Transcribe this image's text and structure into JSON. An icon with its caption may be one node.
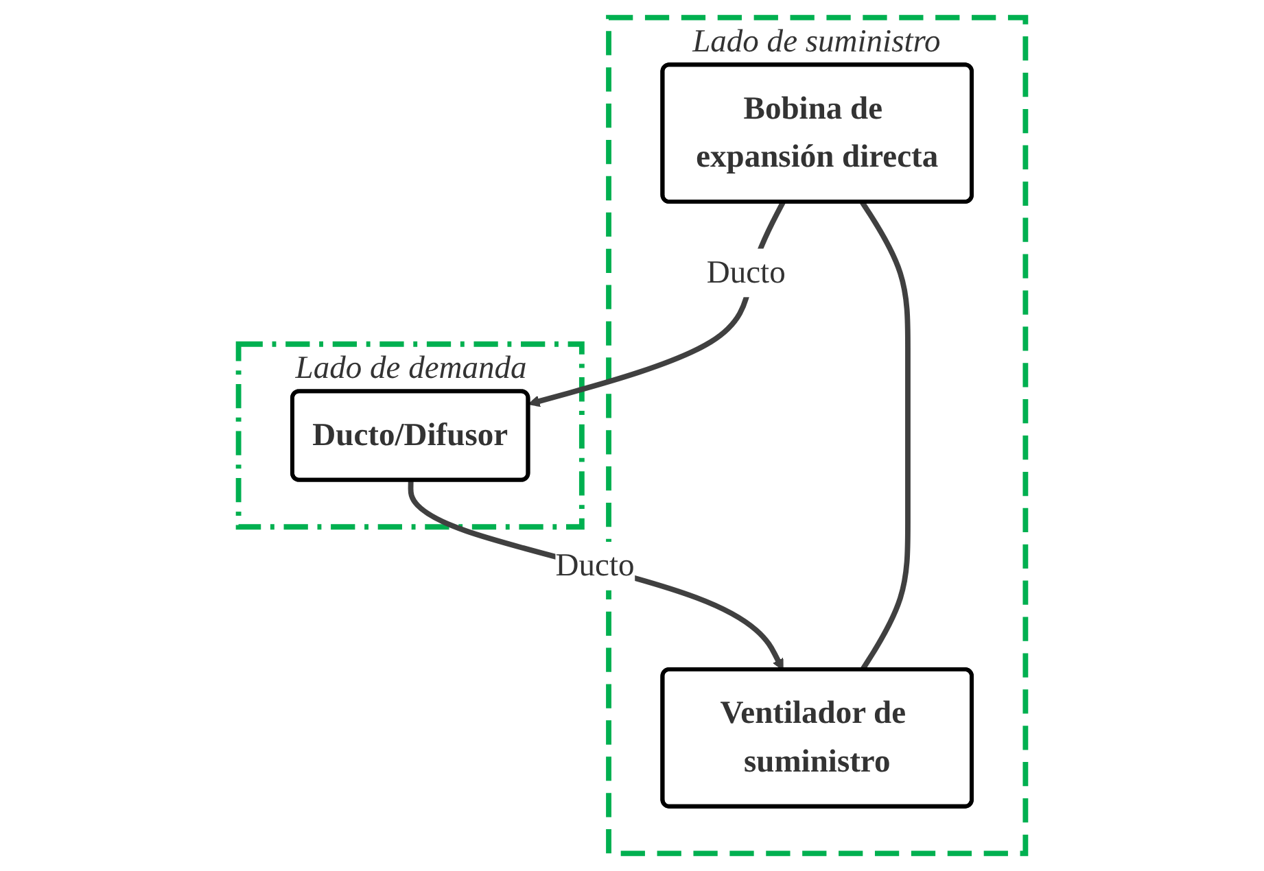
{
  "diagram": {
    "nodes": [
      {
        "text": [
          "Lado de suministro"
        ]
      },
      {
        "text": [
          "Bobina de expansión directa"
        ],
        "in": 0
      },
      {
        "text": [
          "Ventilador de suministro"
        ],
        "in": 0
      },
      {
        "text": [
          "Lado de demanda"
        ]
      },
      {
        "text": [
          "Ducto/Difusor"
        ],
        "in": 3
      }
    ],
    "edges": [
      {
        "from": 2,
        "to": 1,
        "arrow": "none"
      },
      {
        "from": 1,
        "to": 4,
        "arrow": "to",
        "label": "Ducto"
      },
      {
        "from": 4,
        "to": 2,
        "arrow": "to",
        "label": "Ducto"
      }
    ]
  }
}
